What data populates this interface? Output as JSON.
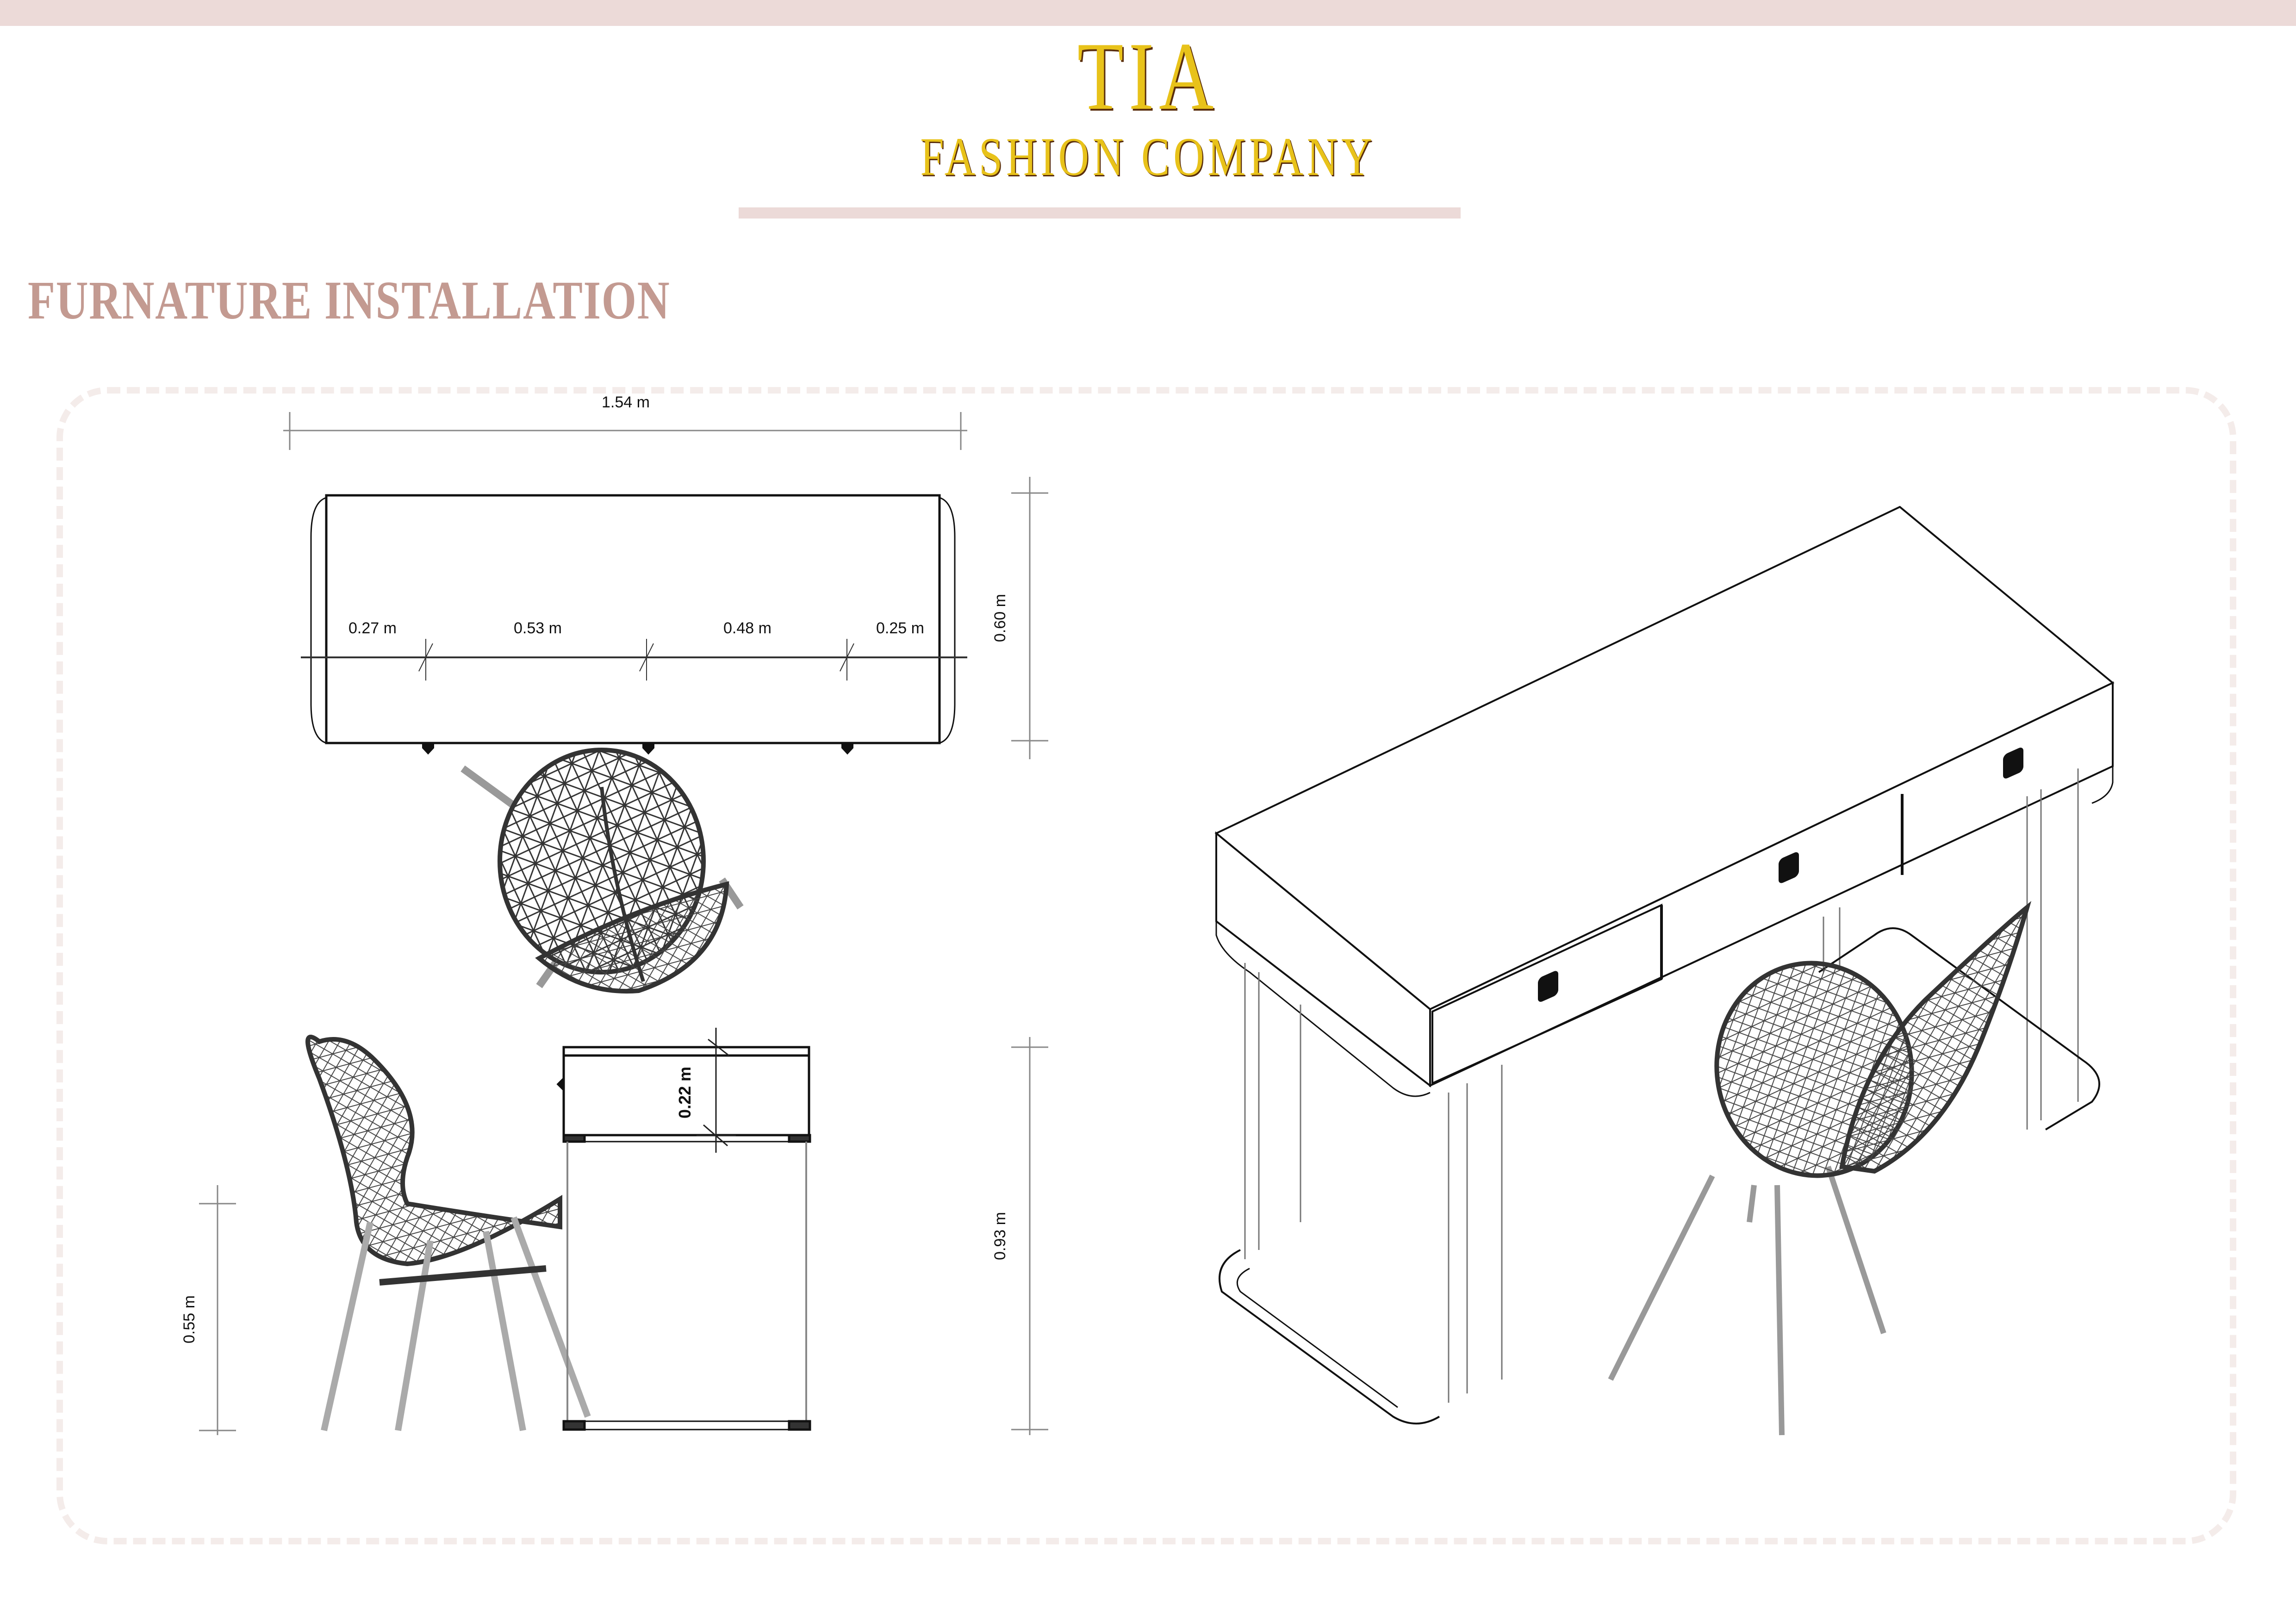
{
  "header": {
    "brand_name": "TIA",
    "brand_subtitle": "FASHION COMPANY",
    "brand_color": "#e8c21a",
    "accent_band_color": "#ecdad8"
  },
  "section": {
    "title": "FURNATURE INSTALLATION",
    "title_color": "#c39a91"
  },
  "drawings": {
    "top_view": {
      "overall_width": "1.54 m",
      "depth": "0.60 m",
      "segments": [
        "0.27 m",
        "0.53 m",
        "0.48 m",
        "0.25 m"
      ]
    },
    "side_view": {
      "drawer_height": "0.22 m",
      "table_height": "0.93 m",
      "seat_height": "0.55 m"
    },
    "isometric_view": {
      "description": "Desk with three drawers and mesh chair",
      "drawer_count": 3
    }
  }
}
